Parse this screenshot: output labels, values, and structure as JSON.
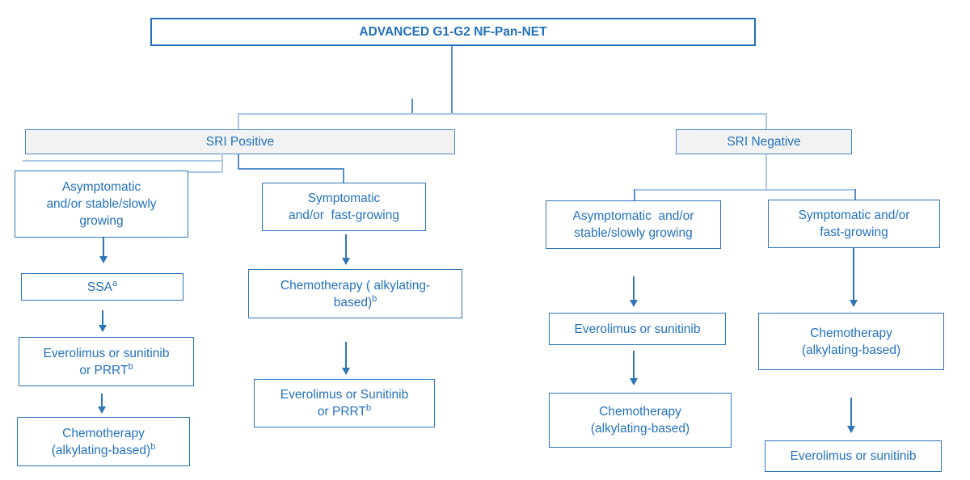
{
  "colors": {
    "accent": "#2171b9",
    "node-border": "#2e75b6",
    "node-text": "#2372bd",
    "header-border": "#4a89c8",
    "header-fill": "#f2f2f2",
    "line-light": "#a9c7e8",
    "line-med": "#5b8fc9",
    "arrow": "#2e75b6",
    "background": "#ffffff"
  },
  "title": {
    "text": "ADVANCED G1-G2 NF-Pan-NET"
  },
  "sri_positive": {
    "label": "SRI Positive",
    "asymptomatic": {
      "text": "Asymptomatic\nand/or stable/slowly\ngrowing"
    },
    "ssa": {
      "text": "SSA",
      "sup": "a"
    },
    "everolimus_prrt": {
      "text": "Everolimus or sunitinib\nor PRRT",
      "sup": "b"
    },
    "chemotherapy": {
      "text": "Chemotherapy\n(alkylating-based)",
      "sup": "b"
    },
    "symptomatic": {
      "text": "Symptomatic\nand/or  fast-growing"
    },
    "chemotherapy_symptomatic": {
      "text": "Chemotherapy ( alkylating-\nbased)",
      "sup": "b"
    },
    "everolimus_prrt_symptomatic": {
      "text": "Everolimus or Sunitinib\nor PRRT",
      "sup": "b"
    }
  },
  "sri_negative": {
    "label": "SRI Negative",
    "asymptomatic": {
      "text": "Asymptomatic  and/or\nstable/slowly growing"
    },
    "everolimus": {
      "text": "Everolimus or sunitinib"
    },
    "chemotherapy": {
      "text": "Chemotherapy\n(alkylating-based)"
    },
    "symptomatic": {
      "text": "Symptomatic and/or\nfast-growing"
    },
    "chemotherapy_symptomatic": {
      "text": "Chemotherapy\n(alkylating-based)"
    },
    "everolimus_symptomatic": {
      "text": "Everolimus or sunitinib"
    }
  }
}
